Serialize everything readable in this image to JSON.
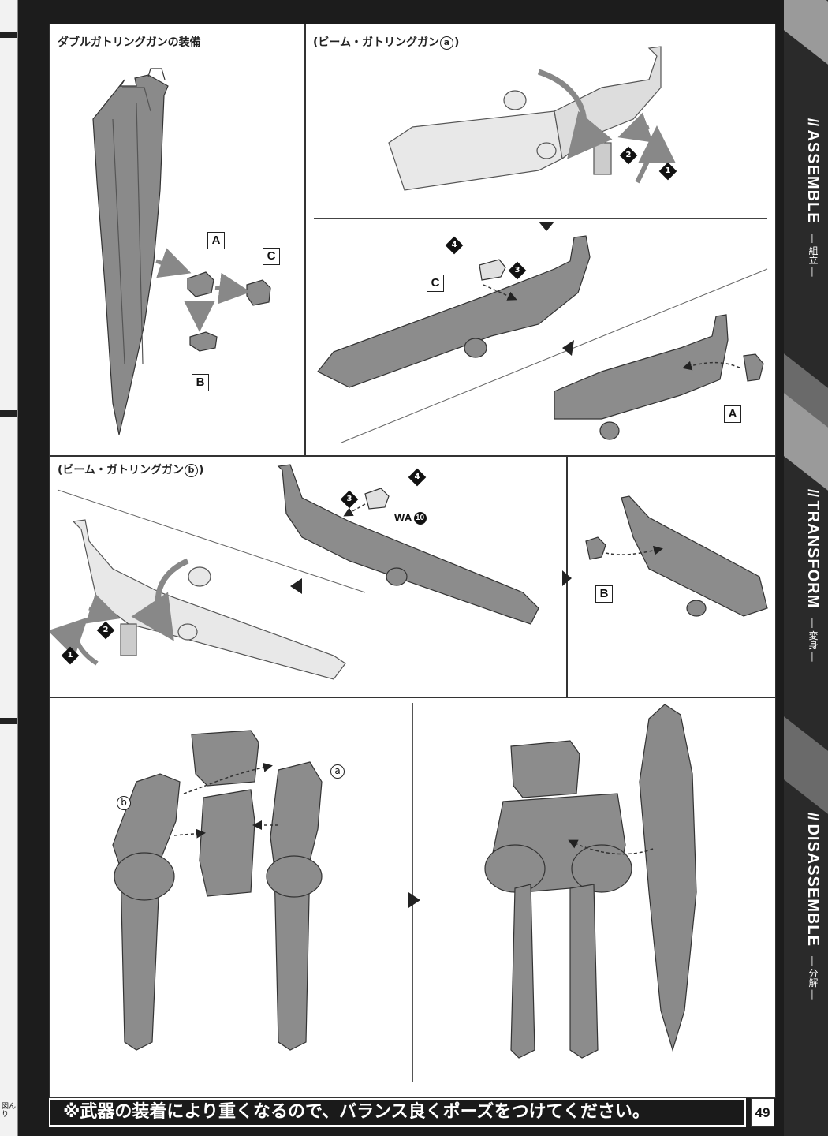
{
  "sections": {
    "equip_title": "ダブルガトリングガンの装備",
    "gatling_a_prefix": "(ビーム・ガトリングガン",
    "gatling_a_mark": "a",
    "gatling_a_suffix": ")",
    "gatling_b_prefix": "(ビーム・ガトリングガン",
    "gatling_b_mark": "b",
    "gatling_b_suffix": ")"
  },
  "labels": {
    "A": "A",
    "B": "B",
    "C": "C",
    "mark_a": "a",
    "mark_b": "b",
    "wa": "WA",
    "wa_num": "10"
  },
  "steps": {
    "s1": "1",
    "s2": "2",
    "s3": "3",
    "s4": "4"
  },
  "footer": {
    "note": "※武器の装着により重くなるので、バランス良くポーズをつけてください。",
    "page_number": "49"
  },
  "sidebar": {
    "assemble": "ASSEMBLE",
    "assemble_jp": "組立",
    "transform": "TRANSFORM",
    "transform_jp": "変身",
    "disassemble": "DISASSEMBLE",
    "disassemble_jp": "分解"
  },
  "left_edge_note": "図ん\nり"
}
